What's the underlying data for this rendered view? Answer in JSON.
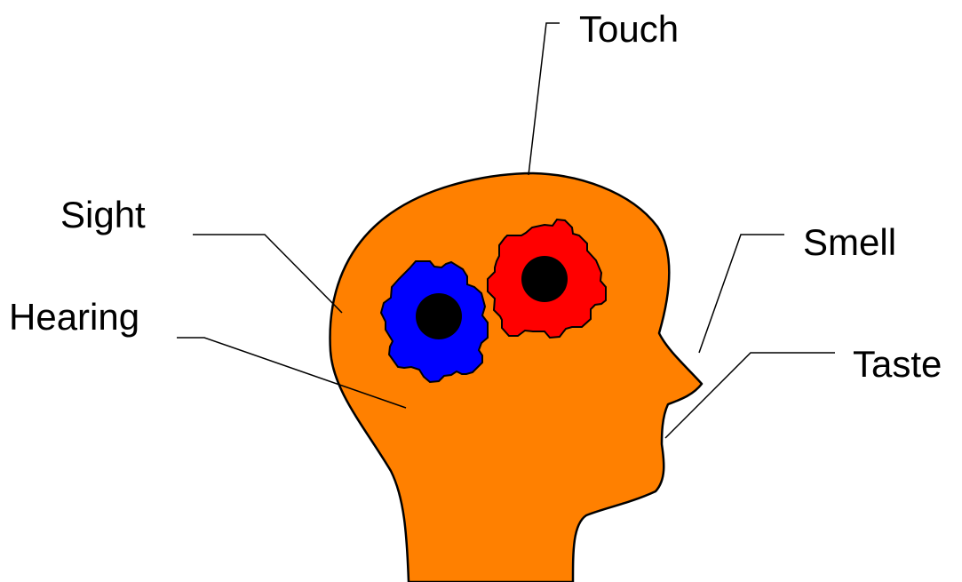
{
  "labels": {
    "touch": "Touch",
    "sight": "Sight",
    "hearing": "Hearing",
    "smell": "Smell",
    "taste": "Taste"
  },
  "colors": {
    "head": "#FF8000",
    "gear_left": "#0000FF",
    "gear_right": "#FF0000",
    "gear_hub": "#000000",
    "outline": "#000000"
  }
}
